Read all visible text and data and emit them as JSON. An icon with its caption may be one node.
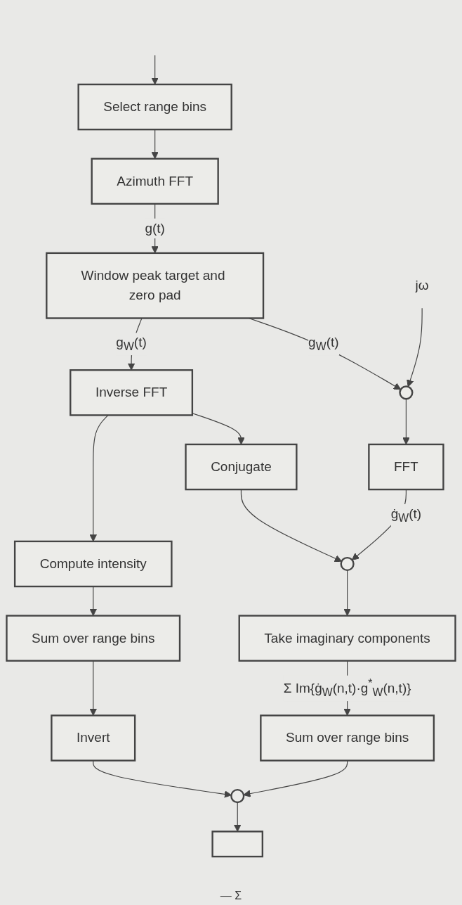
{
  "diagram": {
    "nodes": [
      {
        "text": [
          "Select range bins"
        ]
      },
      {
        "text": [
          "Azimuth FFT"
        ]
      },
      {
        "text": [
          "Window peak target and zero pad"
        ]
      },
      {
        "text": [
          "jω"
        ]
      },
      {
        "text": [],
        "shape": "circle"
      },
      {
        "text": [
          "Inverse FFT"
        ]
      },
      {
        "text": [
          "FFT"
        ]
      },
      {
        "text": [
          "Conjugate"
        ]
      },
      {
        "text": [
          "Compute intensity"
        ]
      },
      {
        "text": [],
        "shape": "circle"
      },
      {
        "text": [
          "Sum over range bins"
        ]
      },
      {
        "text": [
          "Take imaginary components"
        ]
      },
      {
        "text": [
          "Invert"
        ]
      },
      {
        "text": [
          "Sum over range bins"
        ]
      },
      {
        "text": [],
        "shape": "circle"
      },
      {
        "text": [],
        "shape": "box"
      }
    ],
    "edges": [
      {
        "from": null,
        "to": 0,
        "arrow": "to"
      },
      {
        "from": 0,
        "to": 1,
        "arrow": "to"
      },
      {
        "from": 1,
        "to": 2,
        "arrow": "to",
        "label": "g(t)"
      },
      {
        "from": 2,
        "to": 4,
        "arrow": "to",
        "label": "g$_{W}$(t)"
      },
      {
        "from": 3,
        "to": 4,
        "arrow": "to"
      },
      {
        "from": 2,
        "to": 5,
        "arrow": "to",
        "label": "g$_{W}$(t)"
      },
      {
        "from": 4,
        "to": 6,
        "arrow": "to"
      },
      {
        "from": 5,
        "to": 7,
        "arrow": "to"
      },
      {
        "from": 5,
        "to": 8,
        "arrow": "to"
      },
      {
        "from": 6,
        "to": 9,
        "arrow": "to",
        "label": "ġ$_{W}$(t)"
      },
      {
        "from": 7,
        "to": 9,
        "arrow": "to"
      },
      {
        "from": 8,
        "to": 10,
        "arrow": "to"
      },
      {
        "from": 10,
        "to": 12,
        "arrow": "to"
      },
      {
        "from": 9,
        "to": 11,
        "arrow": "to"
      },
      {
        "from": 11,
        "to": 13,
        "arrow": "to",
        "label": "Σ Im{ġ$_{W}$(n,t)·g$^{*}$$_{W}$(n,t)}"
      },
      {
        "from": 12,
        "to": 14,
        "arrow": "to"
      },
      {
        "from": 13,
        "to": 14,
        "arrow": "to"
      },
      {
        "from": 14,
        "to": 15,
        "arrow": "to"
      }
    ],
    "labels": [
      "— Σ"
    ]
  }
}
